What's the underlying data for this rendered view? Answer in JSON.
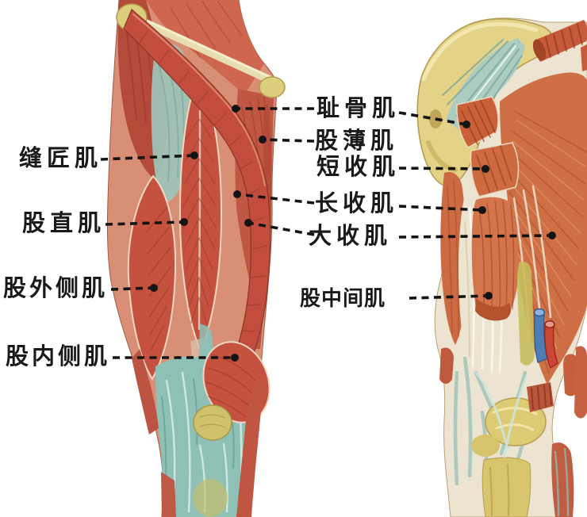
{
  "page": {
    "background": "#ffffff"
  },
  "labels": {
    "sartorius": "缝匠肌",
    "rectus_femoris": "股直肌",
    "vastus_lateralis": "股外侧肌",
    "vastus_medialis": "股内侧肌",
    "pectineus": "耻骨肌",
    "gracilis": "股薄肌",
    "adductor_brevis": "短收肌",
    "adductor_longus": "长收肌",
    "adductor_magnus": "大收肌",
    "vastus_intermedius": "股中间肌"
  },
  "colors": {
    "muscle_red": "#c4513f",
    "muscle_dark_red": "#9c392d",
    "muscle_orange": "#cf6f45",
    "bone_yellow": "#e0cf7d",
    "fascia_teal": "#92c0b7",
    "tendon_cream": "#ece4d0",
    "artery_red": "#cc4636",
    "vein_blue": "#4d7db4",
    "leader_line": "#141414",
    "label_text": "#1a1a1a"
  }
}
